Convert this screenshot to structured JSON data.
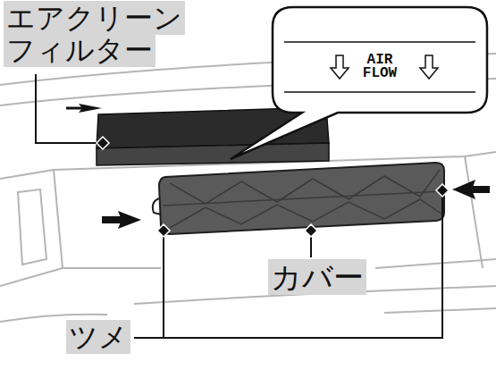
{
  "diagram": {
    "nodes": [
      {
        "text": [
          "AIR FLOW"
        ]
      }
    ],
    "labels": [
      "エアクリーン フィルター",
      "カバー",
      "ツメ"
    ]
  }
}
